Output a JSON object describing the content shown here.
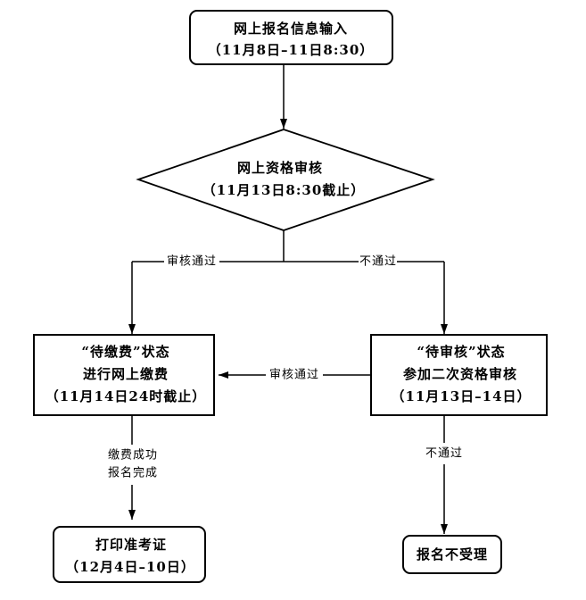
{
  "nodes": {
    "registration_input": {
      "title": "网上报名信息输入",
      "date": "（11月8日–11日8:30）"
    },
    "qualification_review": {
      "title": "网上资格审核",
      "date": "（11月13日8:30截止）"
    },
    "pending_payment": {
      "status": "“待缴费”状态",
      "action": "进行网上缴费",
      "date": "（11月14日24时截止）"
    },
    "pending_review": {
      "status": "“待审核”状态",
      "action": "参加二次资格审核",
      "date": "（11月13日–14日）"
    },
    "print_admission_ticket": {
      "title": "打印准考证",
      "date": "（12月4日–10日）"
    },
    "not_accepted": {
      "title": "报名不受理"
    }
  },
  "edges": {
    "review_passed": "审核通过",
    "review_failed": "不通过",
    "second_review_passed": "审核通过",
    "payment_completed": [
      "缴费成功",
      "报名完成"
    ],
    "second_review_failed": "不通过"
  }
}
